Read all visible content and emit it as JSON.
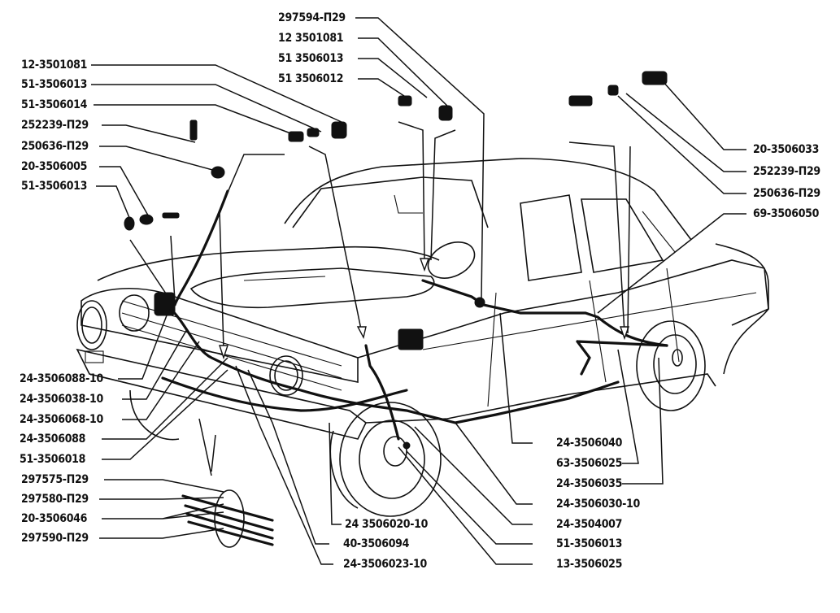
{
  "diagram": {
    "title": "Brake system piping layout (GAZ-24 Volga)",
    "labels": {
      "left_top": [
        "12-3501081",
        "51-3506013",
        "51-3506014",
        "252239-П29",
        "250636-П29",
        "20-3506005",
        "51-3506013"
      ],
      "center_top": [
        "297594-П29",
        "12 3501081",
        "51 3506013",
        "51 3506012"
      ],
      "right_top": [
        "20-3506033",
        "252239-П29",
        "250636-П29",
        "69-3506050"
      ],
      "left_middle": [
        "24-3506088-10",
        "24-3506038-10",
        "24-3506068-10",
        "24-3506088",
        "51-3506018"
      ],
      "left_bottom": [
        "297575-П29",
        "297580-П29",
        "20-3506046",
        "297590-П29"
      ],
      "bottom_center": [
        "24 3506020-10",
        "40-3506094",
        "24-3506023-10"
      ],
      "bottom_right": [
        "24-3506040",
        "63-3506025",
        "24-3506035",
        "24-3506030-10",
        "24-3504007",
        "51-3506013",
        "13-3506025"
      ]
    },
    "colors": {
      "ink": "#111111",
      "paper": "#ffffff"
    }
  }
}
